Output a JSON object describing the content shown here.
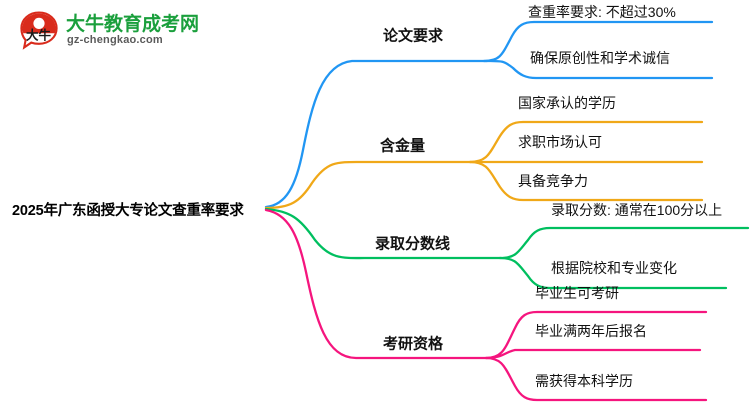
{
  "logo": {
    "mark_text": "大牛",
    "name_cn": "大牛教育成考网",
    "url": "gz-chengkao.com",
    "brand_green": "#1a9f3c",
    "brand_red": "#d92b1c"
  },
  "mindmap": {
    "root": {
      "label": "2025年广东函授大专论文查重率要求"
    },
    "branches": [
      {
        "label": "论文要求",
        "color": "#2196f3",
        "leaves": [
          {
            "label": "查重率要求: 不超过30%"
          },
          {
            "label": "确保原创性和学术诚信"
          }
        ]
      },
      {
        "label": "含金量",
        "color": "#f0a818",
        "leaves": [
          {
            "label": "国家承认的学历"
          },
          {
            "label": "求职市场认可"
          },
          {
            "label": "具备竞争力"
          }
        ]
      },
      {
        "label": "录取分数线",
        "color": "#00bf5f",
        "leaves": [
          {
            "label": "录取分数: 通常在100分以上"
          },
          {
            "label": "根据院校和专业变化"
          }
        ]
      },
      {
        "label": "考研资格",
        "color": "#f5157e",
        "leaves": [
          {
            "label": "毕业生可考研"
          },
          {
            "label": "毕业满两年后报名"
          },
          {
            "label": "需获得本科学历"
          }
        ]
      }
    ]
  }
}
